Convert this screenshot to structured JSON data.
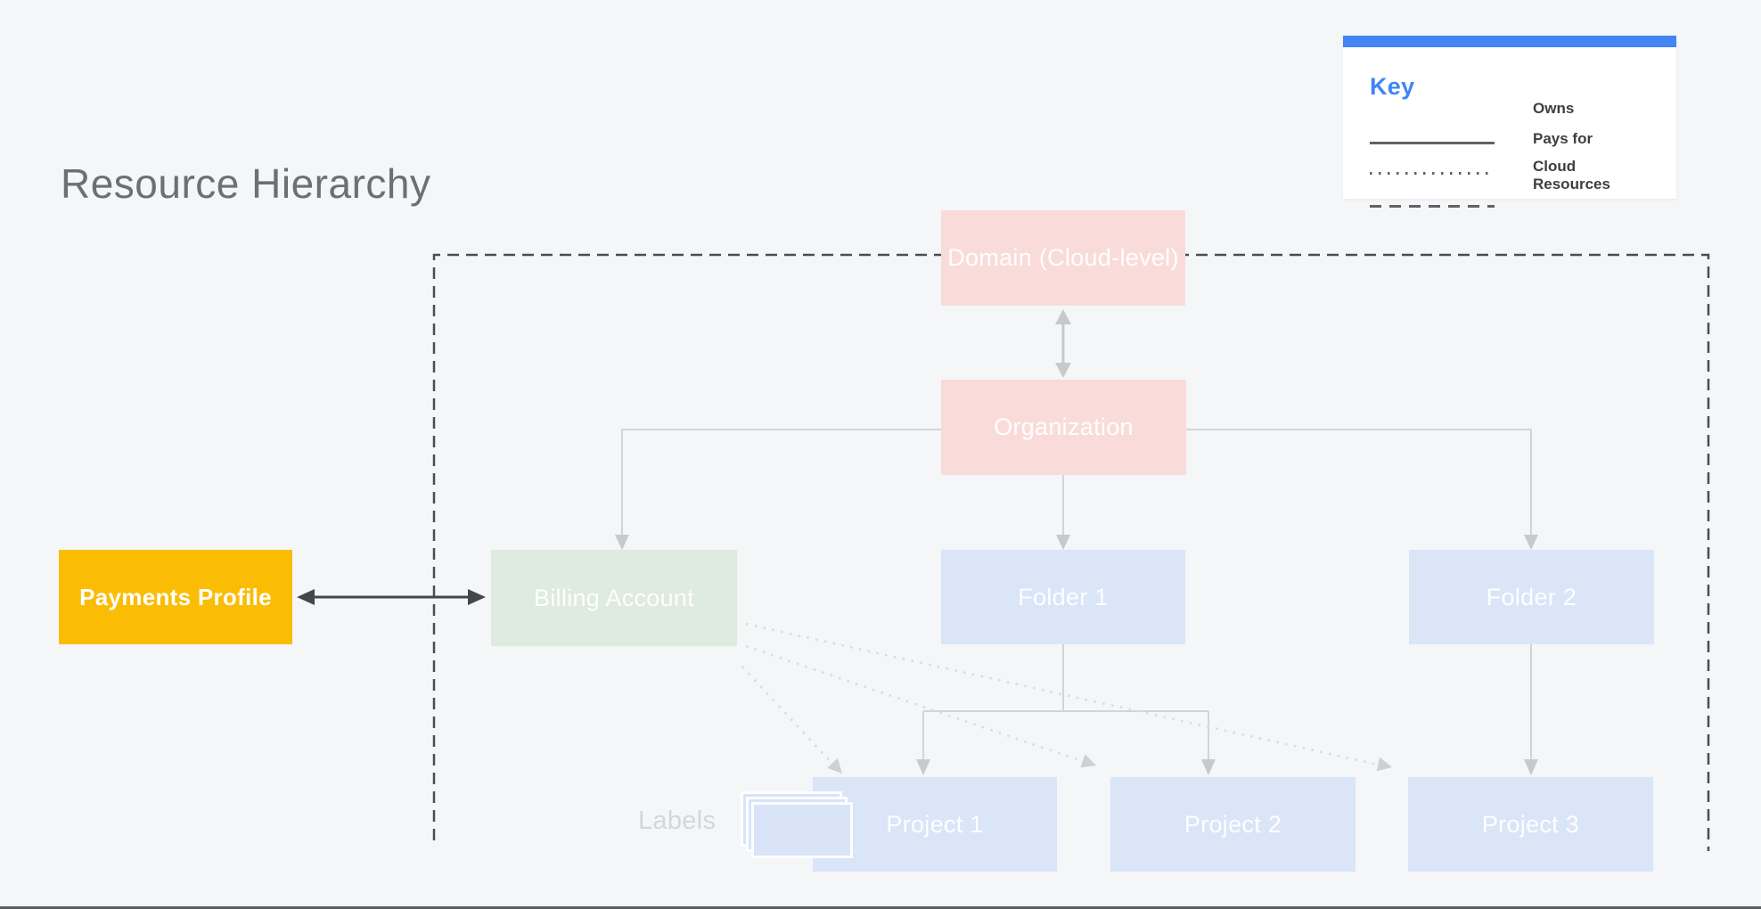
{
  "page": {
    "title": "Resource Hierarchy"
  },
  "legend": {
    "title": "Key",
    "items": [
      {
        "style": "solid",
        "label": "Owns"
      },
      {
        "style": "dotted",
        "label": "Pays for"
      },
      {
        "style": "dashed",
        "label": "Cloud Resources"
      }
    ]
  },
  "nodes": {
    "domain": {
      "label": "Domain (Cloud-level)",
      "color": "#f9dcda"
    },
    "organization": {
      "label": "Organization",
      "color": "#f9dcda"
    },
    "payments_profile": {
      "label": "Payments Profile",
      "color": "#fbbc04"
    },
    "billing_account": {
      "label": "Billing Account",
      "color": "#deebde"
    },
    "folder1": {
      "label": "Folder 1",
      "color": "#dae5f8"
    },
    "folder2": {
      "label": "Folder 2",
      "color": "#dae5f8"
    },
    "project1": {
      "label": "Project 1",
      "color": "#dae5f8"
    },
    "project2": {
      "label": "Project 2",
      "color": "#dae5f8"
    },
    "project3": {
      "label": "Project 3",
      "color": "#dae5f8"
    }
  },
  "annotations": {
    "labels_caption": "Labels"
  },
  "colors": {
    "background": "#f4f6f8",
    "accent_blue": "#4285f4",
    "legend_text": "#3c4043",
    "title_text": "#6c7074",
    "owns_line": "#d2d4d6",
    "pays_for_line": "#d8dadc",
    "cloud_boundary_dash": "#4a4e52",
    "payments_arrow": "#43474b"
  }
}
